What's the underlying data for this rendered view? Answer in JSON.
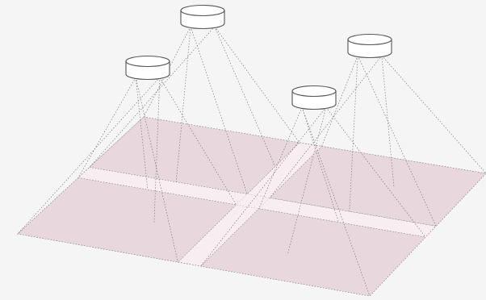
{
  "diagram": {
    "colors": {
      "background": "#f5f5f5",
      "zone_fill": "#e8d7dc",
      "aisle_fill": "#f8eef1",
      "outline": "#8a8a8a",
      "ray": "#7a7a7a",
      "fixture_fill": "#ffffff",
      "fixture_stroke": "#555555"
    },
    "fixture_icon": "ceiling-light-fixture-icon",
    "fixture_count": 4,
    "zone_count": 4,
    "aisle_count": 2
  }
}
